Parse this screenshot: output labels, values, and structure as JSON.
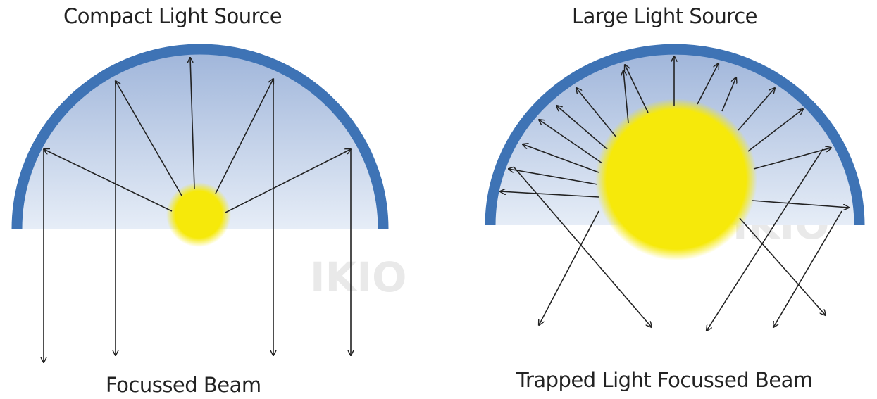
{
  "left_panel": {
    "title": "Compact Light Source",
    "caption": "Focussed Beam"
  },
  "right_panel": {
    "title": "Large Light Source",
    "caption": "Trapped Light Focussed Beam"
  },
  "watermark": {
    "brand": "IKIO"
  },
  "colors": {
    "reflector": "#3e73b5",
    "reflector_fill_top": "#9fb5da",
    "reflector_fill_bottom": "#e6edf7",
    "light_source": "#f6e90a",
    "arrows": "#222222"
  }
}
